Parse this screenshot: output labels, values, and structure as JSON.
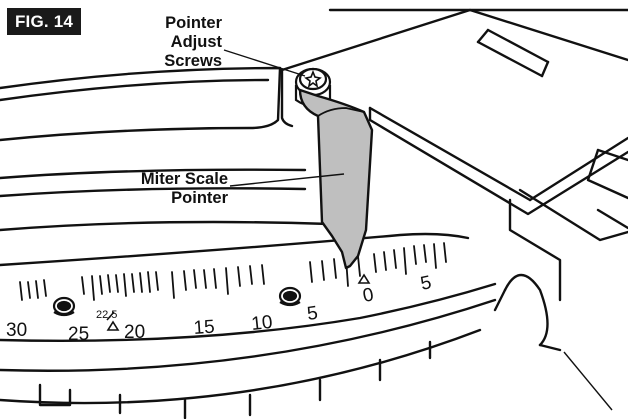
{
  "figure": {
    "badge": "FIG. 14",
    "callouts": {
      "pointer_adjust_screws": [
        "Pointer",
        "Adjust",
        "Screws"
      ],
      "miter_scale_pointer": [
        "Miter Scale",
        "Pointer"
      ]
    },
    "scale_labels": {
      "left_30": "30",
      "left_25": "25",
      "left_22_5": "22.5",
      "left_20": "20",
      "left_15": "15",
      "left_10": "10",
      "left_5": "5",
      "zero": "0",
      "right_5": "5"
    }
  }
}
